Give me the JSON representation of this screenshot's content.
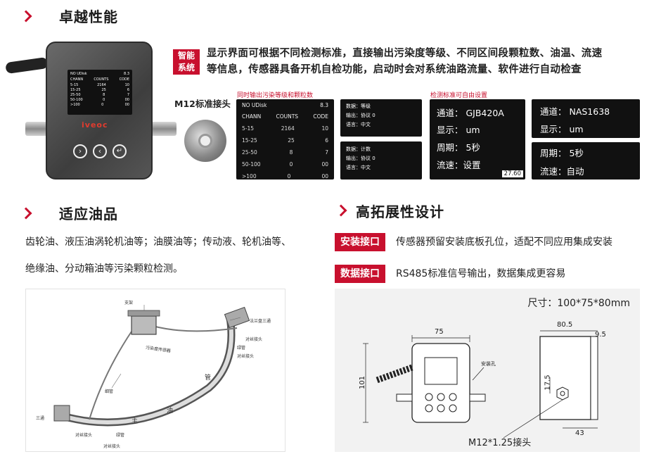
{
  "sections": {
    "performance": "卓越性能",
    "oils": "适应油品",
    "extend": "高拓展性设计"
  },
  "smart": {
    "badge_line1": "智能",
    "badge_line2": "系统",
    "line1": "显示界面可根据不同检测标准，直接输出污染度等级、不同区间段颗粒数、油温、流速",
    "line2": "等信息，传感器具备开机自检功能，启动时会对系统油路流量、软件进行自动检查"
  },
  "device": {
    "m12_label": "M12标准接头",
    "brand": "iveoc",
    "screen": {
      "title": "NO UDisk",
      "value": "8.3",
      "headers": [
        "CHANN",
        "COUNTS",
        "CODE"
      ],
      "rows": [
        [
          "5-15",
          "2164",
          "10"
        ],
        [
          "15-25",
          "25",
          "6"
        ],
        [
          "25-50",
          "8",
          "7"
        ],
        [
          "50-100",
          "0",
          "00"
        ],
        [
          ">100",
          "0",
          "00"
        ]
      ]
    }
  },
  "panel_labels": {
    "output": "同时输出污染等级和颗粒数",
    "custom": "检测标准可自由设置"
  },
  "big_table": {
    "title": "NO UDisk",
    "value": "8.3",
    "headers": [
      "CHANN",
      "COUNTS",
      "CODE"
    ],
    "rows": [
      [
        "5-15",
        "2164",
        "10"
      ],
      [
        "15-25",
        "25",
        "6"
      ],
      [
        "25-50",
        "8",
        "7"
      ],
      [
        "50-100",
        "0",
        "00"
      ],
      [
        ">100",
        "0",
        "00"
      ]
    ]
  },
  "menu1": {
    "l1": "数据：等级",
    "l2": "输出：协议 0",
    "l3": "语言：中文"
  },
  "menu2": {
    "l1": "数据：计数",
    "l2": "输出：协议 0",
    "l3": "语言：中文"
  },
  "gjb": {
    "channel": "通道：  GJB420A",
    "display": "显示：  um",
    "period": "周期：  5秒",
    "flow": "流速：设置",
    "temp": "27.60"
  },
  "nas_top": {
    "channel": "通道：  NAS1638",
    "display": "显示：  um"
  },
  "nas_bottom": {
    "period": "周期：  5秒",
    "flow": "流速：自动"
  },
  "oils_text": {
    "line1": "齿轮油、液压油涡轮机油等；油膜油等；传动液、轮机油等、",
    "line2": "绝缘油、分动箱油等污染颗粒检测。"
  },
  "extend": {
    "install_badge": "安装接口",
    "install_text": "传感器预留安装底板孔位，适配不同应用集成安装",
    "data_badge": "数据接口",
    "data_text": "RS485标准信号输出，数据集成更容易"
  },
  "dimensions": {
    "size": "尺寸：100*75*80mm",
    "d75": "75",
    "d101": "101",
    "d805": "80.5",
    "d95": "9.5",
    "d175": "17.5",
    "d43": "43",
    "mount_hole": "安装孔",
    "connector": "M12*1.25接头"
  },
  "system_diagram": {
    "bracket": "支架",
    "sensor": "污染度传感器",
    "flange": "法兰盘三通",
    "joint1": "对丝接头",
    "hose1": "绿管",
    "joint2": "对丝接头",
    "hose2": "细管",
    "tee": "三通",
    "joint3": "对丝接头",
    "hose3": "绿管",
    "joint4": "对丝接头",
    "main": "主",
    "oil": "油",
    "pipe": "管"
  },
  "colors": {
    "accent": "#c8102e",
    "screen_bg": "#111111",
    "device_body": "#4a4a4a"
  }
}
